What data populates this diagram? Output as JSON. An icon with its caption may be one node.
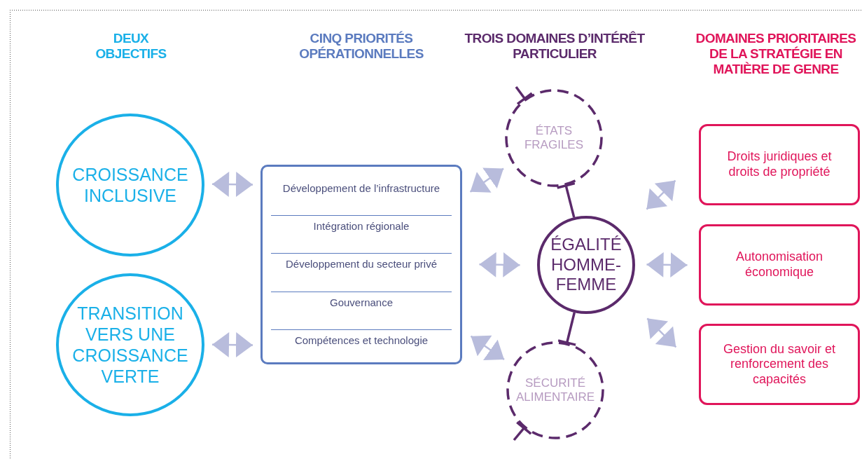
{
  "diagram": {
    "nodes": [
      {
        "text": [
          "CROISSANCE INCLUSIVE"
        ]
      },
      {
        "text": [
          "TRANSITION VERS UNE CROISSANCE VERTE"
        ]
      },
      {
        "text": [
          "Développement de l’infrastructure",
          "Intégration régionale",
          "Développement du secteur privé",
          "Gouvernance",
          "Compétences et technologie"
        ]
      },
      {
        "text": [
          "ÉTATS FRAGILES"
        ]
      },
      {
        "text": [
          "ÉGALITÉ HOMME-FEMME"
        ]
      },
      {
        "text": [
          "SÉCURITÉ ALIMENTAIRE"
        ]
      },
      {
        "text": [
          "Droits juridiques et droits de propriété"
        ]
      },
      {
        "text": [
          "Autonomisation économique"
        ]
      },
      {
        "text": [
          "Gestion du savoir et renforcement des capacités"
        ]
      }
    ],
    "edges": [
      {
        "from": 0,
        "to": 2,
        "arrow": "both"
      },
      {
        "from": 1,
        "to": 2,
        "arrow": "both"
      },
      {
        "from": 2,
        "to": 3,
        "arrow": "both"
      },
      {
        "from": 2,
        "to": 4,
        "arrow": "both"
      },
      {
        "from": 2,
        "to": 5,
        "arrow": "both"
      },
      {
        "from": 4,
        "to": 3,
        "arrow": "other",
        "color": "#5b2a6b"
      },
      {
        "from": 4,
        "to": 5,
        "arrow": "other",
        "color": "#5b2a6b"
      },
      {
        "from": null,
        "to": 3,
        "arrow": "other",
        "color": "#5b2a6b"
      },
      {
        "from": null,
        "to": 5,
        "arrow": "other",
        "color": "#5b2a6b"
      },
      {
        "from": 4,
        "to": 6,
        "arrow": "both"
      },
      {
        "from": 4,
        "to": 7,
        "arrow": "both"
      },
      {
        "from": 4,
        "to": 8,
        "arrow": "both"
      }
    ],
    "labels": [
      "DEUX OBJECTIFS",
      "CINQ PRIORITÉS OPÉRATIONNELLES",
      "TROIS DOMAINES D’INTÉRÊT PARTICULIER",
      "DOMAINES PRIORITAIRES DE LA STRATÉGIE EN MATIÈRE DE GENRE"
    ]
  }
}
